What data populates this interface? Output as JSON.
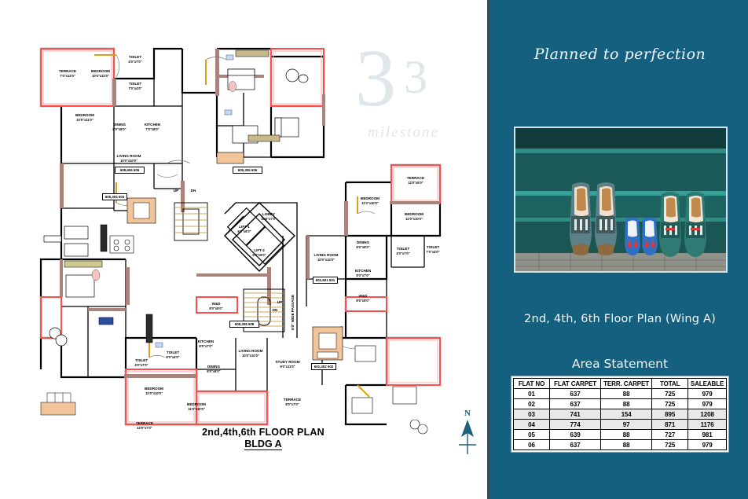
{
  "brand": {
    "logo_number": "3",
    "logo_superscript": "3",
    "logo_word": "milestone"
  },
  "plan": {
    "title": "2nd,4th,6th FLOOR PLAN",
    "subtitle": "BLDG A",
    "compass_label": "N",
    "rooms": [
      {
        "name": "TERRACE",
        "dim": "7'0\"x12'0\""
      },
      {
        "name": "BEDROOM",
        "dim": "10'0\"x12'0\""
      },
      {
        "name": "TOILET",
        "dim": "4'0\"x7'0\""
      },
      {
        "name": "TOILET",
        "dim": "7'0\"x4'0\""
      },
      {
        "name": "BEDROOM",
        "dim": "10'0\"x11'0\""
      },
      {
        "name": "DINING",
        "dim": "8'0\"x8'0\""
      },
      {
        "name": "KITCHEN",
        "dim": "7'0\"x8'0\""
      },
      {
        "name": "LIVING ROOM",
        "dim": "10'0\"x10'0\""
      },
      {
        "name": "LOBBY",
        "dim": "10'0\"x7'0\""
      },
      {
        "name": "LIFT-1",
        "dim": "6'0\"x6'0\""
      },
      {
        "name": "LIFT-2",
        "dim": "6'0\"x6'0\""
      },
      {
        "name": "TERRACE",
        "dim": "12'0\"x5'0\""
      },
      {
        "name": "BEDROOM",
        "dim": "12'0\"x10'0\""
      },
      {
        "name": "BEDROOM",
        "dim": "11'0\"x10'0\""
      },
      {
        "name": "DINING",
        "dim": "8'0\"x8'0\""
      },
      {
        "name": "LIVING ROOM",
        "dim": "10'0\"x10'0\""
      },
      {
        "name": "TOILET",
        "dim": "4'0\"x7'0\""
      },
      {
        "name": "TOILET",
        "dim": "7'0\"x4'0\""
      },
      {
        "name": "KITCHEN",
        "dim": "8'0\"x7'0\""
      },
      {
        "name": "W&D",
        "dim": "8'0\"x5'0\""
      },
      {
        "name": "W&D",
        "dim": "8'0\"x5'0\""
      },
      {
        "name": "KITCHEN",
        "dim": "8'0\"x7'0\""
      },
      {
        "name": "DINING",
        "dim": "8'0\"x8'0\""
      },
      {
        "name": "LIVING ROOM",
        "dim": "10'0\"x10'0\""
      },
      {
        "name": "STUDY ROOM",
        "dim": "9'0\"x11'0\""
      },
      {
        "name": "TERRACE",
        "dim": "8'0\"x7'0\""
      },
      {
        "name": "BEDROOM",
        "dim": "12'0\"x10'0\""
      },
      {
        "name": "BEDROOM",
        "dim": "11'0\"x10'0\""
      },
      {
        "name": "TOILET",
        "dim": "8'0\"x4'0\""
      },
      {
        "name": "TOILET",
        "dim": "4'0\"x7'0\""
      },
      {
        "name": "TERRACE",
        "dim": "12'0\"x7'0\""
      }
    ],
    "passage_label": "6'0\" WIDE PASSAGE",
    "stair_up": "UP",
    "stair_dn": "DN",
    "flat_boxes": [
      "608,606\n606",
      "605,304\n604",
      "605,306\n606",
      "601,601\n601",
      "608,308\n608",
      "602,402\n602"
    ]
  },
  "info": {
    "tagline": "Planned to perfection",
    "photo_caption": "2nd, 4th, 6th Floor Plan (Wing A)",
    "area_title": "Area Statement"
  },
  "area_table": {
    "headers": [
      "FLAT NO",
      "FLAT CARPET",
      "TERR. CARPET",
      "TOTAL",
      "SALEABLE"
    ],
    "rows": [
      {
        "flat_no": "01",
        "flat_carpet": "637",
        "terr_carpet": "88",
        "total": "725",
        "saleable": "979",
        "shaded": false
      },
      {
        "flat_no": "02",
        "flat_carpet": "637",
        "terr_carpet": "88",
        "total": "725",
        "saleable": "979",
        "shaded": false
      },
      {
        "flat_no": "03",
        "flat_carpet": "741",
        "terr_carpet": "154",
        "total": "895",
        "saleable": "1208",
        "shaded": true
      },
      {
        "flat_no": "04",
        "flat_carpet": "774",
        "terr_carpet": "97",
        "total": "871",
        "saleable": "1176",
        "shaded": true
      },
      {
        "flat_no": "05",
        "flat_carpet": "639",
        "terr_carpet": "88",
        "total": "727",
        "saleable": "981",
        "shaded": false
      },
      {
        "flat_no": "06",
        "flat_carpet": "637",
        "terr_carpet": "88",
        "total": "725",
        "saleable": "979",
        "shaded": false
      }
    ]
  },
  "colors": {
    "panel_teal": "#16607f",
    "terrace_outline": "#ff4040",
    "wall": "#000000",
    "door_swing": "#d9a21b"
  }
}
